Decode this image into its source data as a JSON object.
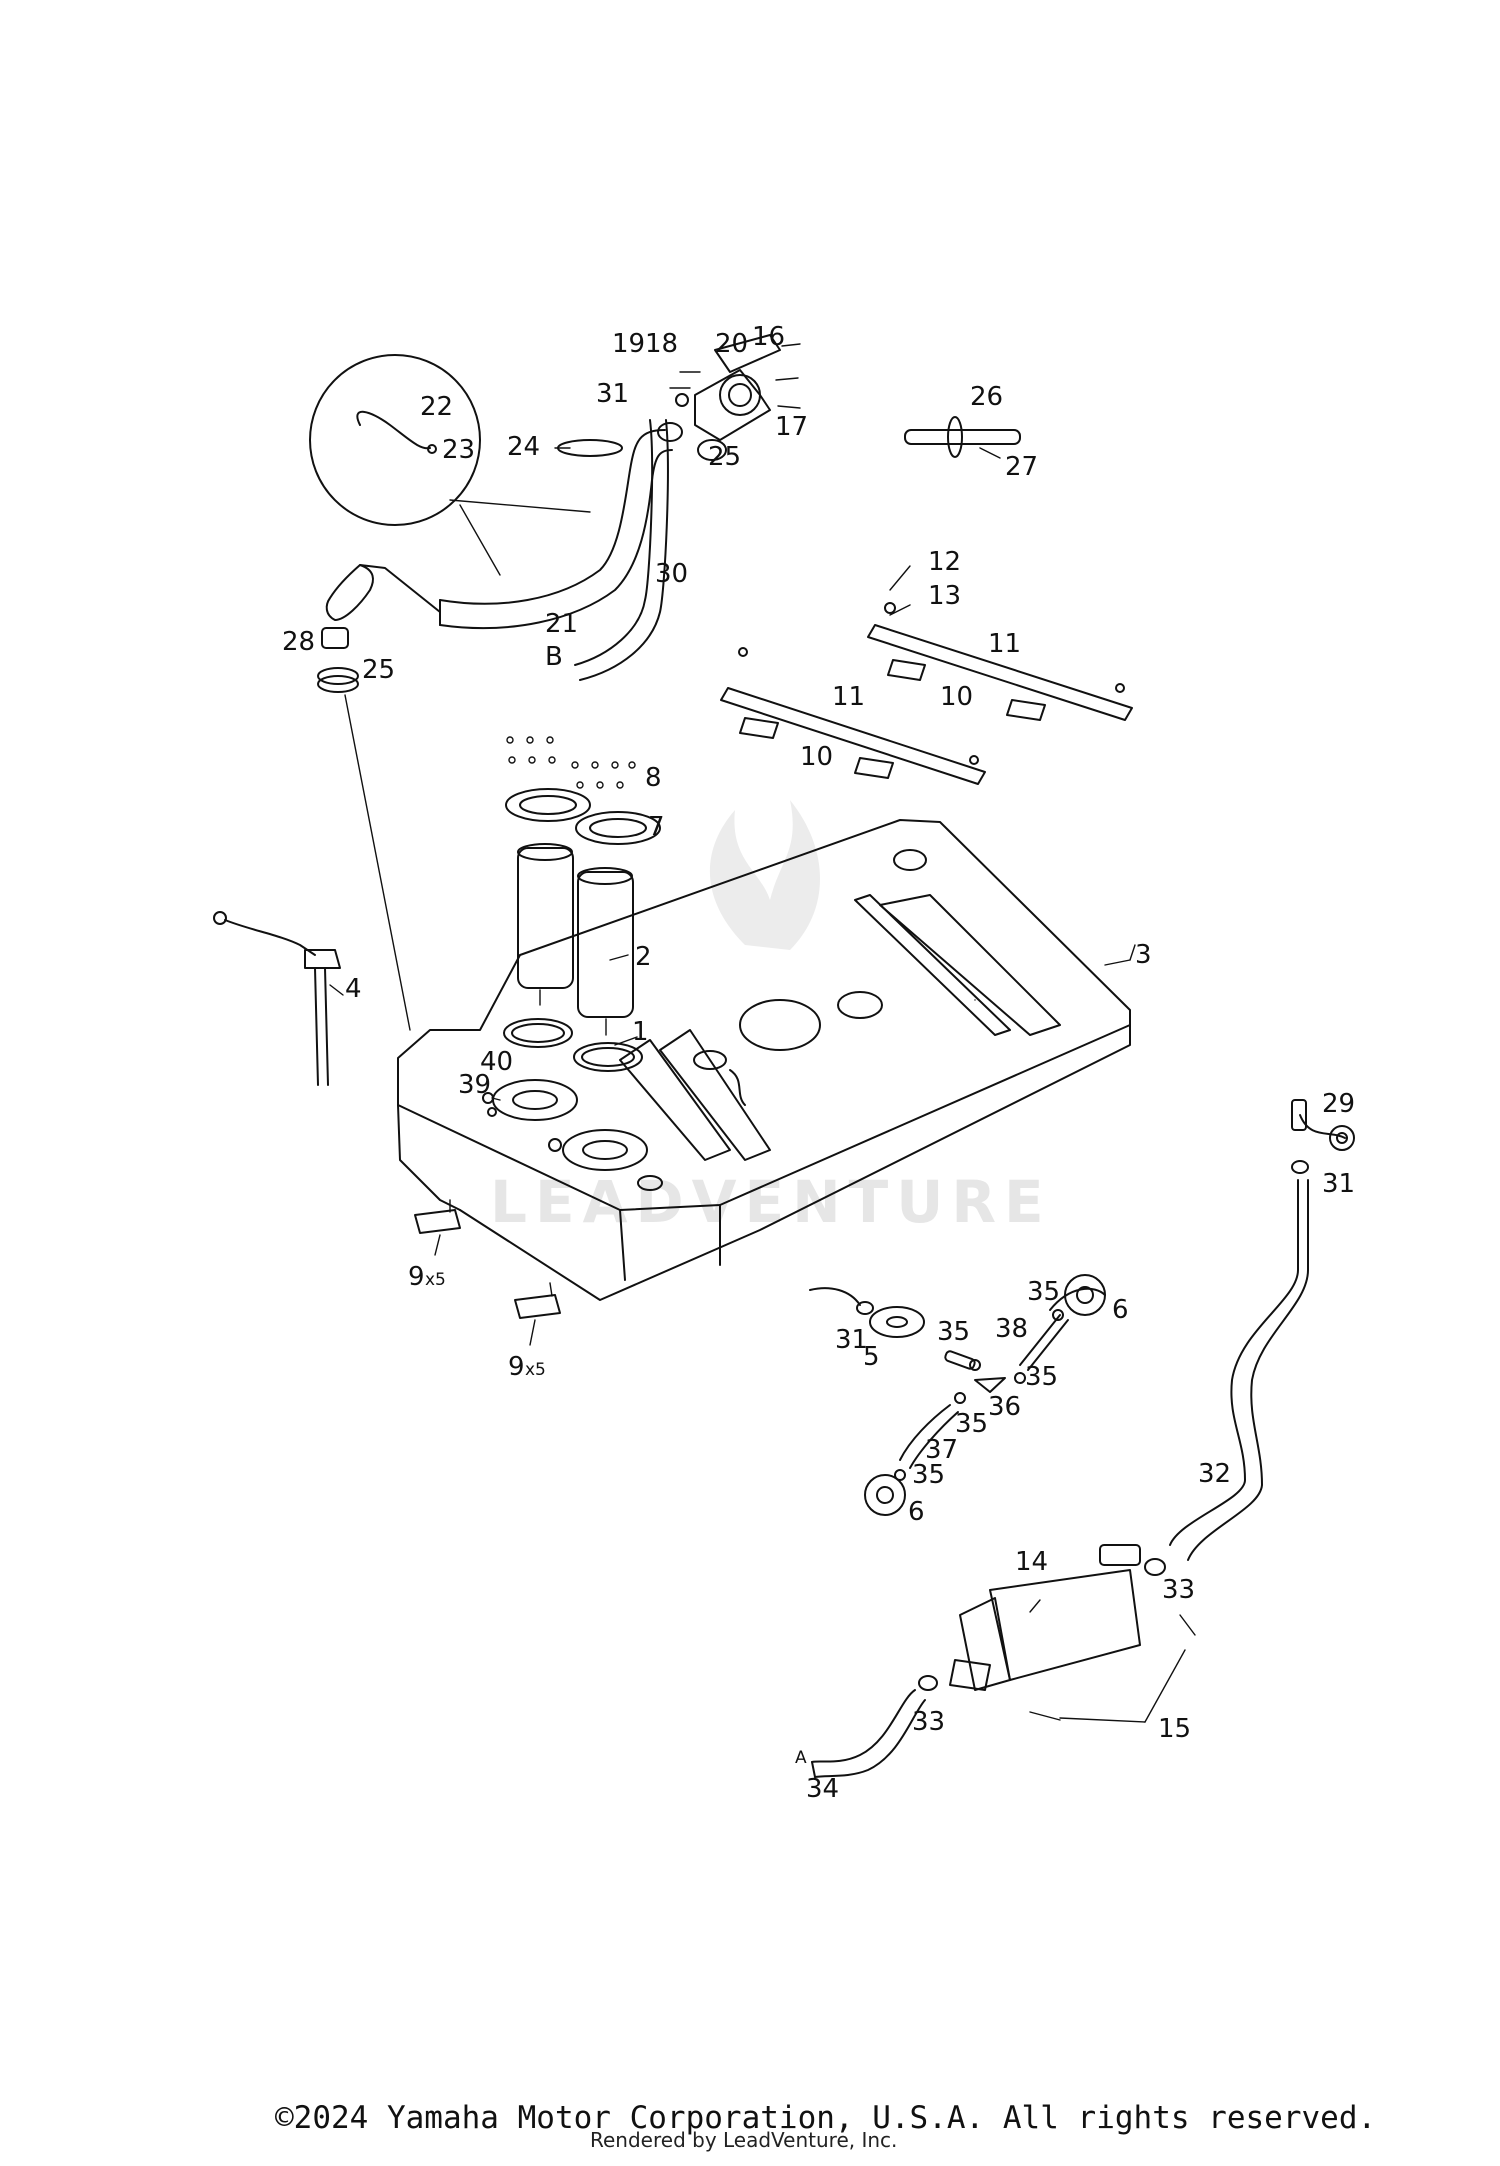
{
  "diagram": {
    "callouts": {
      "c1": "1",
      "c2": "2",
      "c3": "3",
      "c4": "4",
      "c5": "5",
      "c6a": "6",
      "c6b": "6",
      "c7": "7",
      "c8": "8",
      "c9a": "9",
      "c9b": "9",
      "c9_qty": "x5",
      "c10a": "10",
      "c10b": "10",
      "c11a": "11",
      "c11b": "11",
      "c12": "12",
      "c13": "13",
      "c14": "14",
      "c15": "15",
      "c16": "16",
      "c17": "17",
      "c18": "18",
      "c19": "19",
      "c20": "20",
      "c21": "21",
      "c22": "22",
      "c23": "23",
      "c24": "24",
      "c25a": "25",
      "c25b": "25",
      "c26": "26",
      "c27": "27",
      "c28": "28",
      "c29": "29",
      "c30": "30",
      "c31a": "31",
      "c31b": "31",
      "c31c": "31",
      "c32": "32",
      "c33a": "33",
      "c33b": "33",
      "c34": "34",
      "c35a": "35",
      "c35b": "35",
      "c35c": "35",
      "c35d": "35",
      "c35e": "35",
      "c36": "36",
      "c37": "37",
      "c38": "38",
      "c39": "39",
      "c40": "40",
      "ref_a": "A",
      "ref_b": "B"
    },
    "watermark": "LEADVENTURE"
  },
  "footer": {
    "copyright": "©2024 Yamaha Motor Corporation, U.S.A. All rights reserved.",
    "rendered_by": "Rendered by LeadVenture, Inc."
  }
}
